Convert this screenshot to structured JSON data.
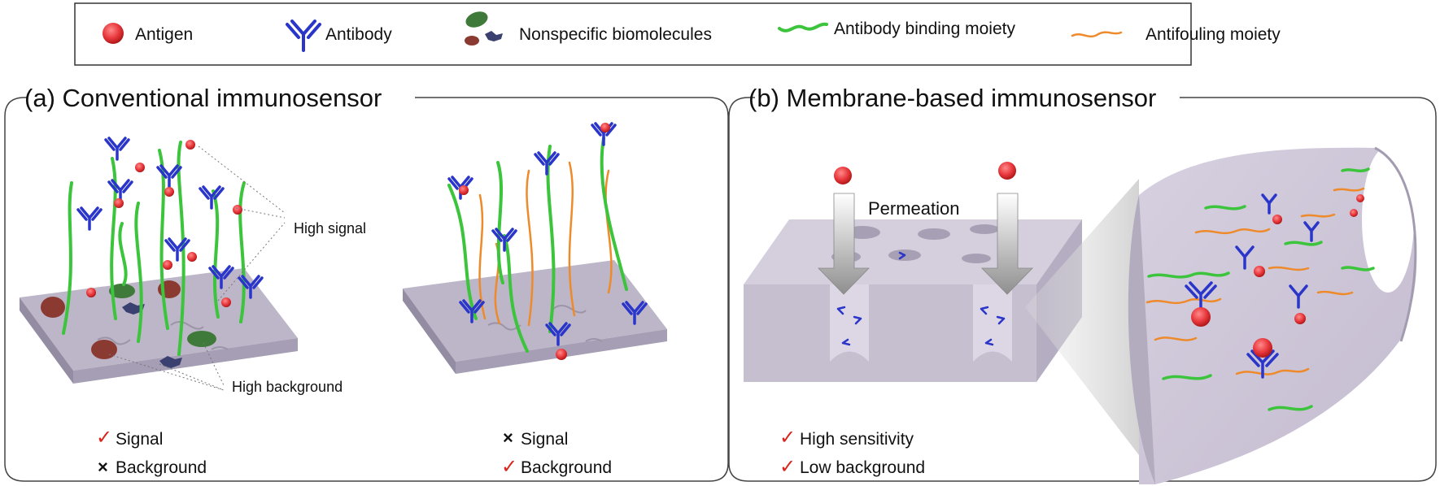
{
  "legend": {
    "antigen": "Antigen",
    "antibody": "Antibody",
    "nonspecific": "Nonspecific biomolecules",
    "binding": "Antibody binding moiety",
    "antifouling": "Antifouling moiety"
  },
  "panel_a": {
    "title": "(a) Conventional immunosensor",
    "high_signal": "High signal",
    "high_background": "High background",
    "left_results": [
      {
        "mark": "check",
        "text": "Signal"
      },
      {
        "mark": "cross",
        "text": "Background"
      }
    ],
    "right_results": [
      {
        "mark": "cross",
        "text": "Signal"
      },
      {
        "mark": "check",
        "text": "Background"
      }
    ]
  },
  "panel_b": {
    "title": "(b) Membrane-based immunosensor",
    "permeation": "Permeation",
    "results": [
      {
        "mark": "check",
        "text": "High sensitivity"
      },
      {
        "mark": "check",
        "text": "Low background"
      }
    ]
  },
  "colors": {
    "antigen": "#e8383d",
    "antibody": "#2a35c9",
    "binding": "#3cc43c",
    "antifouling": "#ee8a2a",
    "surface": "#b7b0c2",
    "nonspecific_green": "#3f7a3a",
    "nonspecific_red": "#8b3a32",
    "nonspecific_blue": "#3a4070",
    "check": "#d7261e"
  },
  "glyphs": {
    "check": "✓",
    "cross": "×"
  }
}
